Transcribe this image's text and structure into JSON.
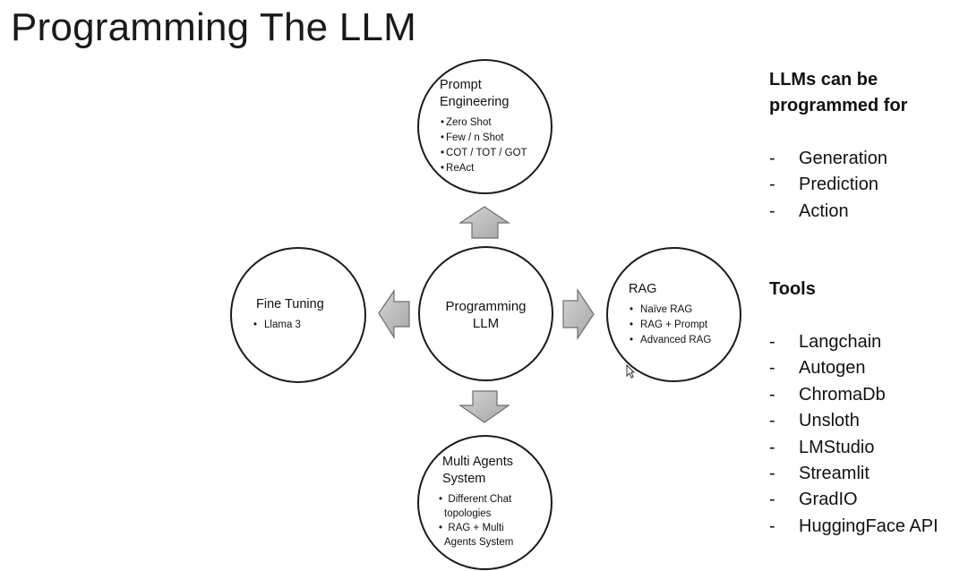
{
  "title": "Programming The LLM",
  "center": {
    "line1": "Programming",
    "line2": "LLM"
  },
  "prompt_engineering": {
    "line1": "Prompt",
    "line2": "Engineering",
    "items": [
      "Zero Shot",
      "Few / n Shot",
      "COT / TOT / GOT",
      "ReAct"
    ]
  },
  "fine_tuning": {
    "title": "Fine Tuning",
    "items": [
      "Llama 3"
    ]
  },
  "rag": {
    "title": "RAG",
    "items": [
      "Naïve RAG",
      "RAG + Prompt",
      "Advanced RAG"
    ]
  },
  "multi_agents": {
    "line1": "Multi Agents",
    "line2": "System",
    "item1_line1": "Different Chat",
    "item1_line2": "topologies",
    "item2_line1": "RAG + Multi",
    "item2_line2": "Agents System"
  },
  "sidebar": {
    "heading1_line1": "LLMs can be",
    "heading1_line2": "programmed for",
    "purposes": [
      "Generation",
      "Prediction",
      "Action"
    ],
    "heading2": "Tools",
    "tools": [
      "Langchain",
      "Autogen",
      "ChromaDb",
      "Unsloth",
      "LMStudio",
      "Streamlit",
      "GradIO",
      "HuggingFace API"
    ],
    "dash": "-"
  },
  "colors": {
    "arrow_fill": "#b9b9b9",
    "arrow_stroke": "#6e6e6e",
    "circle_stroke": "#1a1a1a"
  }
}
